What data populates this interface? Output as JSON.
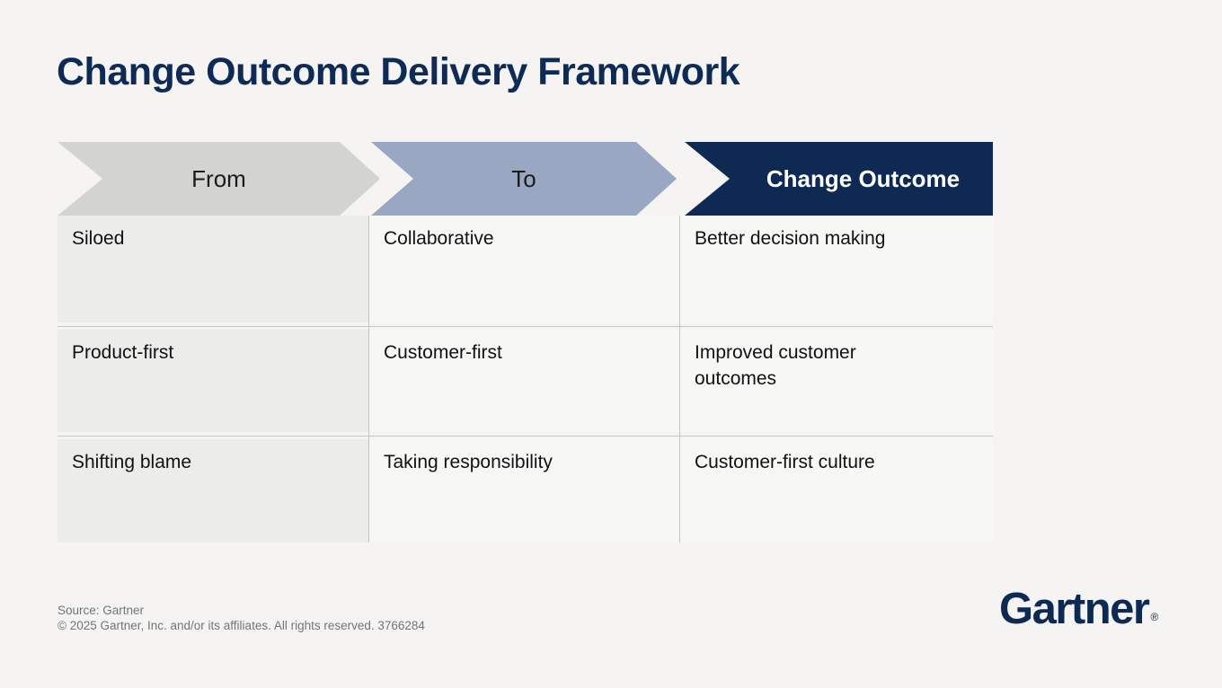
{
  "title": "Change Outcome Delivery Framework",
  "header": {
    "columns": [
      {
        "label": "From",
        "bg": "#d3d3d2",
        "text_color": "#1b1b1b"
      },
      {
        "label": "To",
        "bg": "#99a7c2",
        "text_color": "#1b1b1b"
      },
      {
        "label": "Change Outcome",
        "bg": "#0e2a52",
        "text_color": "#ffffff"
      }
    ]
  },
  "table": {
    "rows": [
      {
        "from": "Siloed",
        "to": "Collaborative",
        "outcome": "Better decision making"
      },
      {
        "from": "Product-first",
        "to": "Customer-first",
        "outcome": "Improved customer\noutcomes"
      },
      {
        "from": "Shifting blame",
        "to": "Taking responsibility",
        "outcome": "Customer-first culture"
      }
    ]
  },
  "footer": {
    "source": "Source: Gartner",
    "copyright": "© 2025 Gartner, Inc. and/or its affiliates. All rights reserved. 3766284"
  },
  "logo": {
    "text": "Gartner",
    "registered_mark": "®"
  },
  "colors": {
    "page_background": "#f5f4f2",
    "title_navy": "#0e2b55",
    "arrow_gray": "#d3d3d2",
    "arrow_blue_gray": "#99a7c2",
    "arrow_navy": "#0e2a52",
    "cell_gray": "#ececeb",
    "cell_light": "#f7f7f6",
    "divider_gray": "#c6c6c6",
    "footer_gray": "#6d7778"
  }
}
